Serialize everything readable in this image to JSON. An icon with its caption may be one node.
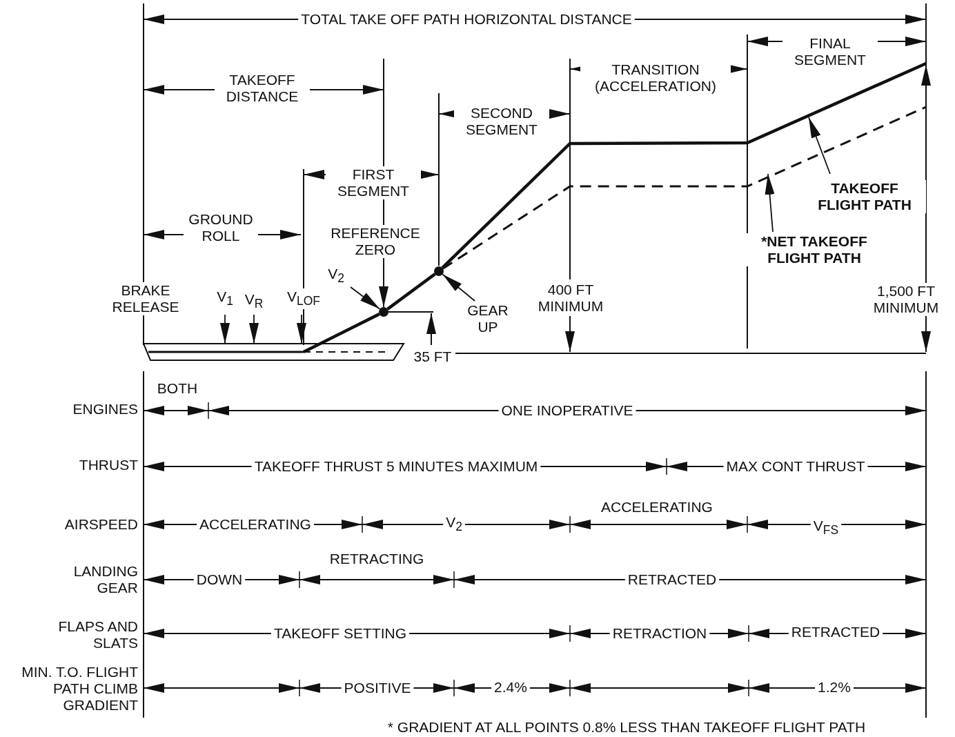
{
  "diagram": {
    "caption": "* GRADIENT AT ALL POINTS 0.8% LESS THAN TAKEOFF FLIGHT PATH",
    "nodes": [
      {
        "text": [
          "TAKEOFF FLIGHT PATH"
        ]
      },
      {
        "text": [
          "*NET TAKEOFF FLIGHT PATH"
        ]
      },
      {
        "text": [
          "GEAR UP"
        ]
      },
      {
        "text": [
          "V$_{2}$"
        ]
      },
      {
        "text": [
          "REFERENCE ZERO"
        ]
      },
      {
        "text": [
          "V$_{1}$"
        ]
      },
      {
        "text": [
          "V$_{R}$"
        ]
      },
      {
        "text": [
          "V$_{LOF}$"
        ]
      },
      {
        "text": [],
        "shape": "box"
      },
      {
        "text": [],
        "shape": "circle"
      },
      {
        "text": [],
        "shape": "circle"
      }
    ],
    "edges": [
      {
        "from": 0,
        "to": null,
        "arrow": "to"
      },
      {
        "from": 1,
        "to": null,
        "arrow": "to"
      },
      {
        "from": 2,
        "to": 10,
        "arrow": "to"
      },
      {
        "from": 3,
        "to": 9,
        "arrow": "to"
      },
      {
        "from": 4,
        "to": 9,
        "arrow": "to"
      },
      {
        "from": 5,
        "to": 8,
        "arrow": "to"
      },
      {
        "from": 6,
        "to": 8,
        "arrow": "to"
      },
      {
        "from": 7,
        "to": 8,
        "arrow": "to"
      },
      {
        "from": 8,
        "to": 9,
        "arrow": "none",
        "style": "thick"
      },
      {
        "from": 9,
        "to": 10,
        "arrow": "none",
        "style": "thick"
      },
      {
        "from": 10,
        "to": null,
        "arrow": "none",
        "style": "thick"
      },
      {
        "from": 10,
        "to": null,
        "arrow": "none",
        "style": "dashed"
      }
    ],
    "labels": [
      "TOTAL TAKE OFF PATH HORIZONTAL DISTANCE",
      "FINAL SEGMENT",
      "TAKEOFF DISTANCE",
      "TRANSITION (ACCELERATION)",
      "SECOND SEGMENT",
      "FIRST SEGMENT",
      "GROUND ROLL",
      "BRAKE RELEASE",
      "400 FT MINIMUM",
      "1,500 FT MINIMUM",
      "35 FT",
      "BOTH",
      "ENGINES",
      "ONE INOPERATIVE",
      "THRUST",
      "TAKEOFF THRUST 5 MINUTES MAXIMUM",
      "MAX CONT THRUST",
      "AIRSPEED",
      "ACCELERATING",
      "V$_{2}$",
      "ACCELERATING",
      "V$_{FS}$",
      "LANDING GEAR",
      "DOWN",
      "RETRACTING",
      "RETRACTED",
      "FLAPS AND SLATS",
      "TAKEOFF SETTING",
      "RETRACTION",
      "RETRACTED",
      "MIN. T.O. FLIGHT PATH CLIMB GRADIENT",
      "POSITIVE",
      "2.4%",
      "1.2%"
    ]
  }
}
